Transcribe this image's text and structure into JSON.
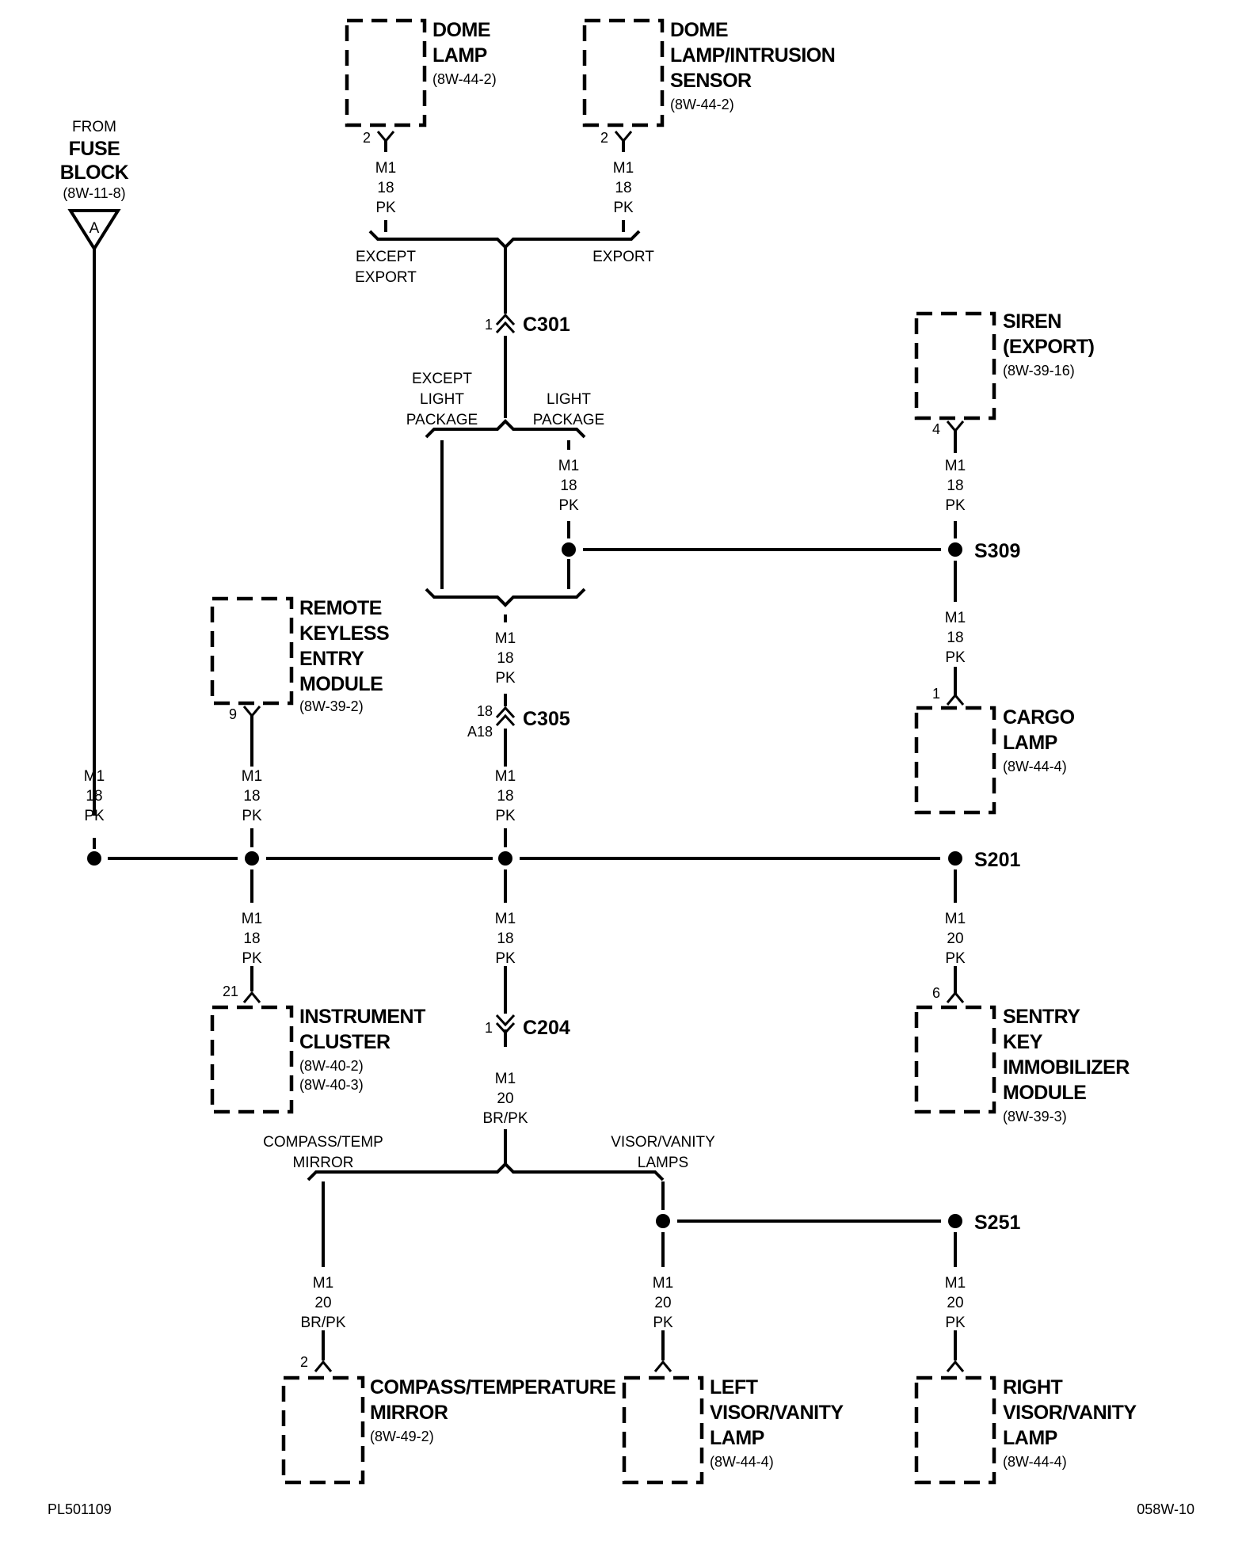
{
  "source": {
    "from": "FROM",
    "name_line1": "FUSE",
    "name_line2": "BLOCK",
    "ref": "(8W-11-8)",
    "terminal": "A"
  },
  "components": {
    "dome_lamp": {
      "lines": [
        "DOME",
        "LAMP"
      ],
      "ref": "(8W-44-2)",
      "pin": "2"
    },
    "dome_intrusion": {
      "lines": [
        "DOME",
        "LAMP/INTRUSION",
        "SENSOR"
      ],
      "ref": "(8W-44-2)",
      "pin": "2"
    },
    "siren": {
      "lines": [
        "SIREN",
        "(EXPORT)"
      ],
      "ref": "(8W-39-16)",
      "pin": "4"
    },
    "rke_module": {
      "lines": [
        "REMOTE",
        "KEYLESS",
        "ENTRY",
        "MODULE"
      ],
      "ref": "(8W-39-2)",
      "pin": "9"
    },
    "cargo_lamp": {
      "lines": [
        "CARGO",
        "LAMP"
      ],
      "ref": "(8W-44-4)",
      "pin": "1"
    },
    "instrument_cluster": {
      "lines": [
        "INSTRUMENT",
        "CLUSTER"
      ],
      "refs": [
        "(8W-40-2)",
        "(8W-40-3)"
      ],
      "pin": "21"
    },
    "skim": {
      "lines": [
        "SENTRY",
        "KEY",
        "IMMOBILIZER",
        "MODULE"
      ],
      "ref": "(8W-39-3)",
      "pin": "6"
    },
    "compass_mirror": {
      "lines": [
        "COMPASS/TEMPERATURE",
        "MIRROR"
      ],
      "ref": "(8W-49-2)",
      "pin": "2"
    },
    "left_visor": {
      "lines": [
        "LEFT",
        "VISOR/VANITY",
        "LAMP"
      ],
      "ref": "(8W-44-4)"
    },
    "right_visor": {
      "lines": [
        "RIGHT",
        "VISOR/VANITY",
        "LAMP"
      ],
      "ref": "(8W-44-4)"
    }
  },
  "wires": {
    "m1_18_pk": [
      "M1",
      "18",
      "PK"
    ],
    "m1_20_pk": [
      "M1",
      "20",
      "PK"
    ],
    "m1_20_brpk": [
      "M1",
      "20",
      "BR/PK"
    ]
  },
  "branch_labels": {
    "except_export": [
      "EXCEPT",
      "EXPORT"
    ],
    "export": "EXPORT",
    "except_light_package": [
      "EXCEPT",
      "LIGHT",
      "PACKAGE"
    ],
    "light_package": [
      "LIGHT",
      "PACKAGE"
    ],
    "compass_temp_mirror": [
      "COMPASS/TEMP",
      "MIRROR"
    ],
    "visor_vanity_lamps": [
      "VISOR/VANITY",
      "LAMPS"
    ]
  },
  "connectors": {
    "c301": {
      "name": "C301",
      "pin": "1"
    },
    "c305": {
      "name": "C305",
      "pin_a": "18",
      "pin_b": "A18"
    },
    "c204": {
      "name": "C204",
      "pin": "1"
    }
  },
  "splices": {
    "s309": "S309",
    "s201": "S201",
    "s251": "S251"
  },
  "footer": {
    "left": "PL501109",
    "right": "058W-10"
  }
}
